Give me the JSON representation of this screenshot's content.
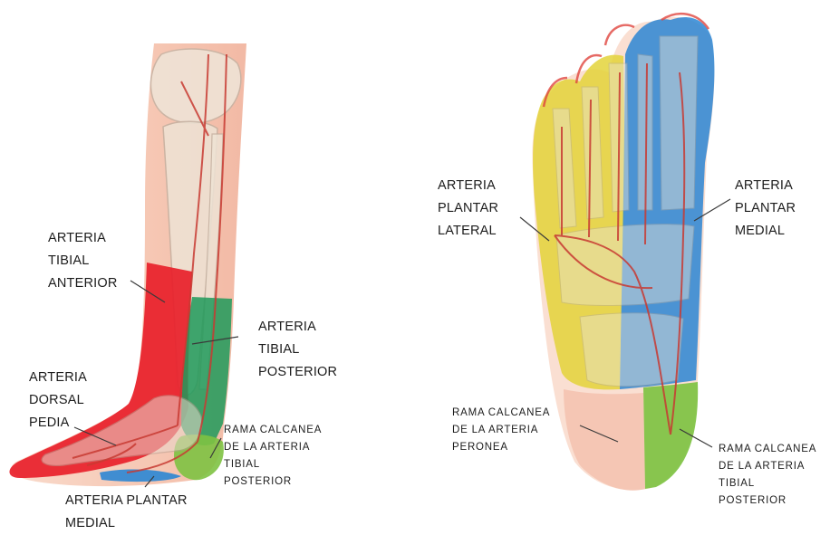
{
  "labels": {
    "tibial_anterior": "ARTERIA\nTIBIAL\nANTERIOR",
    "tibial_posterior": "ARTERIA\nTIBIAL\nPOSTERIOR",
    "dorsal_pedia": "ARTERIA\nDORSAL\nPEDIA",
    "rama_calcanea_tibial_left": "RAMA CALCANEA\nDE LA ARTERIA\nTIBIAL\nPOSTERIOR",
    "plantar_medial_left": "ARTERIA PLANTAR\nMEDIAL",
    "plantar_lateral": "ARTERIA\nPLANTAR\nLATERAL",
    "plantar_medial_right": "ARTERIA\nPLANTAR\nMEDIAL",
    "rama_calcanea_peronea": "RAMA CALCANEA\nDE LA ARTERIA\nPERONEA",
    "rama_calcanea_tibial_right": "RAMA CALCANEA\nDE LA ARTERIA\nTIBIAL\nPOSTERIOR"
  },
  "colors": {
    "skin": "#f6c9b4",
    "skin_dark": "#eeb096",
    "bone": "#e9e0d2",
    "artery": "#d9473d",
    "tibial_anterior_zone": "#e8202a",
    "tibial_posterior_zone": "#1f9a5a",
    "plantar_lateral_zone": "#e3d43a",
    "plantar_medial_zone": "#2b86d4",
    "calcaneal_peroneal_zone": "#f4c4b2",
    "calcaneal_tibial_zone": "#7ec242"
  }
}
